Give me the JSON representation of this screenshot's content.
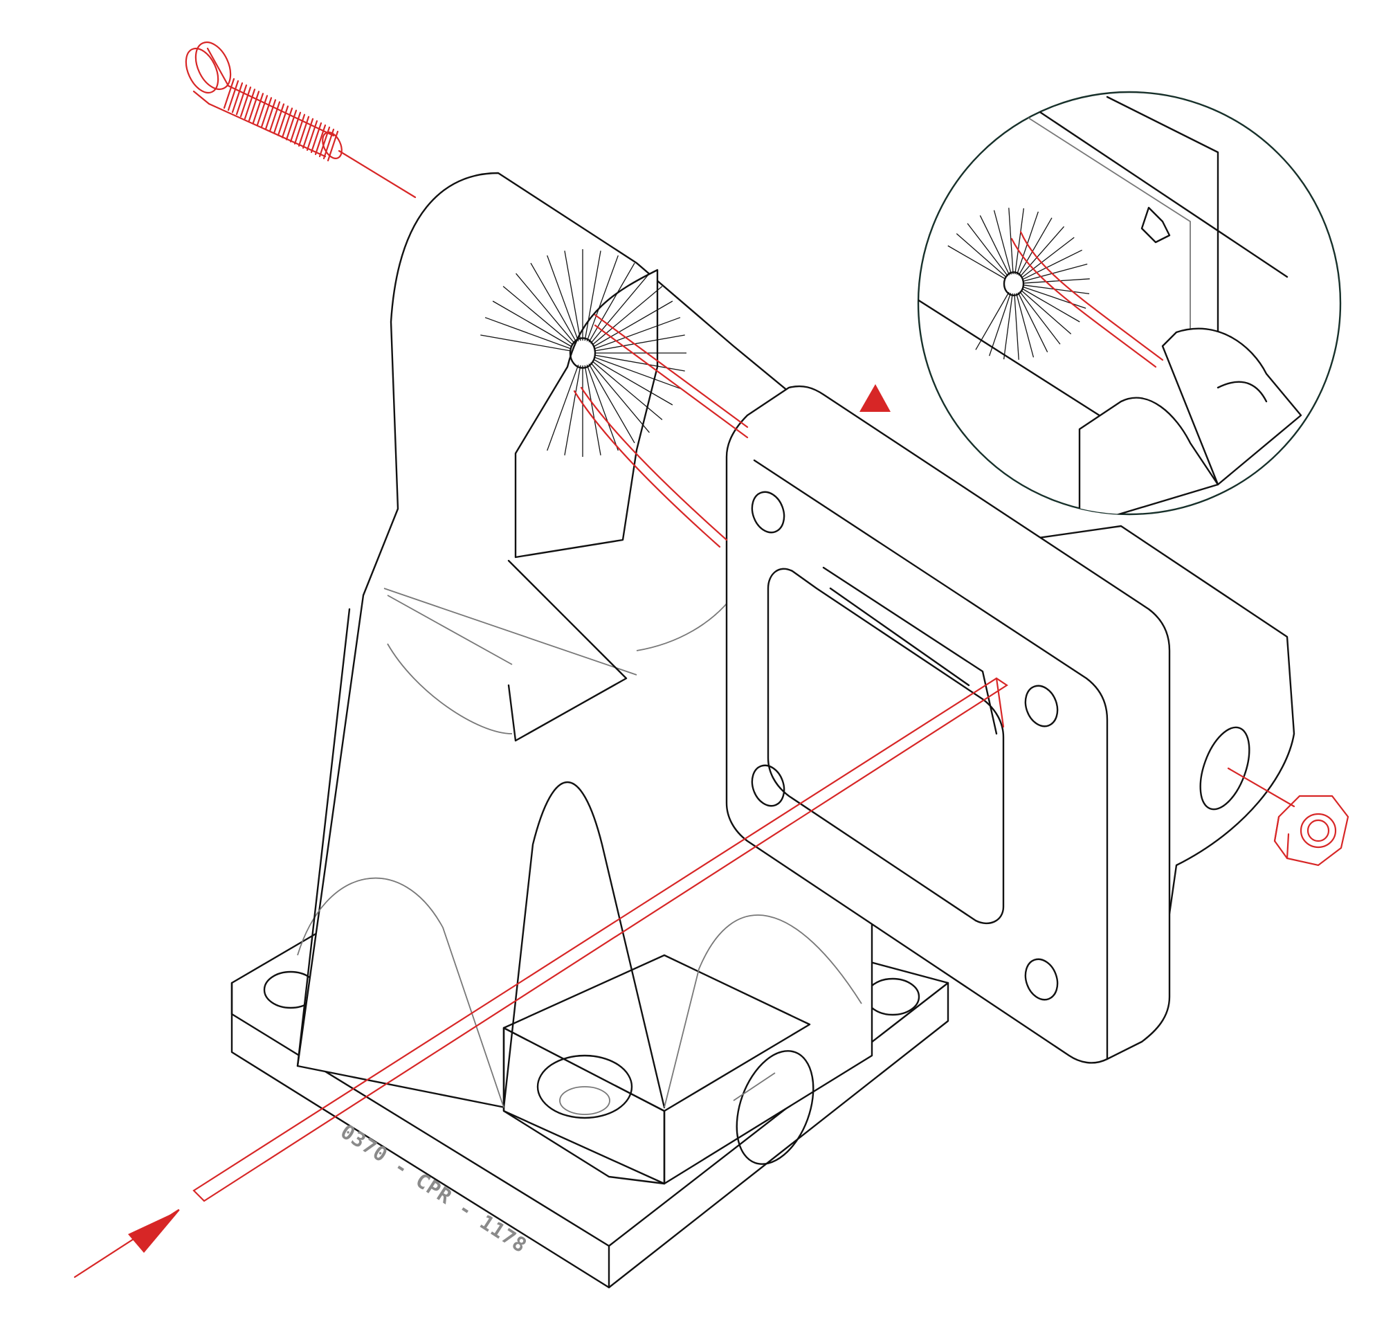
{
  "diagram": {
    "part_code": "0370 - CPR - 1178",
    "colors": {
      "line": "#111111",
      "hidden_line": "#777777",
      "accent": "#d72626",
      "background": "#ffffff"
    },
    "components": [
      "bolt-icon",
      "bracket-housing",
      "flange-plate",
      "hex-nut-icon",
      "detail-magnifier",
      "assembly-arrow-icon",
      "detail-pointer-icon",
      "cable"
    ]
  }
}
